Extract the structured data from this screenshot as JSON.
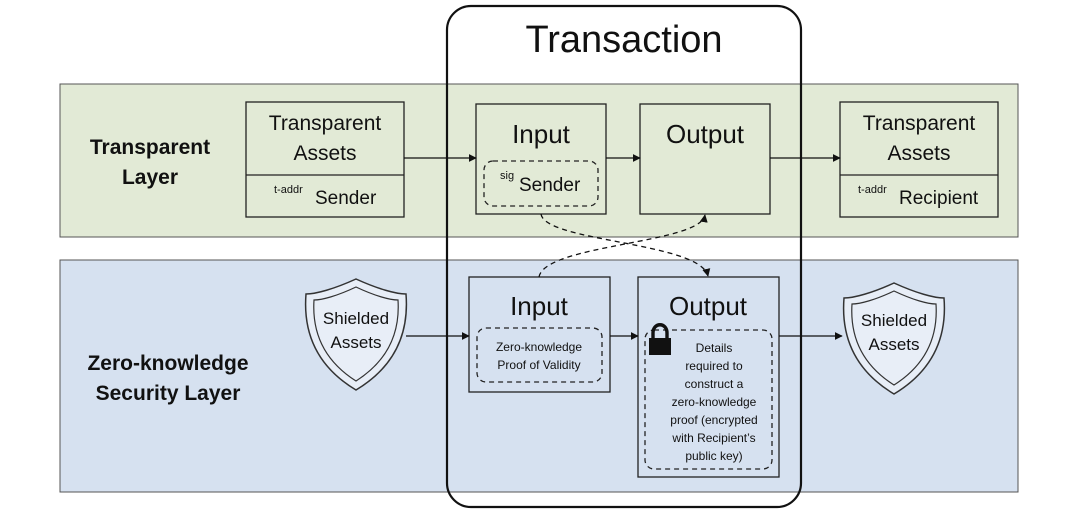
{
  "transaction_title": "Transaction",
  "transparent_layer": {
    "label_line1": "Transparent",
    "label_line2": "Layer",
    "fill": "#e2ead6",
    "sender_box": {
      "title_line1": "Transparent",
      "title_line2": "Assets",
      "addr_prefix": "t-addr",
      "addr_name": "Sender"
    },
    "input_box": {
      "title": "Input",
      "sig_prefix": "sig",
      "sig_name": "Sender"
    },
    "output_box": {
      "title": "Output"
    },
    "recipient_box": {
      "title_line1": "Transparent",
      "title_line2": "Assets",
      "addr_prefix": "t-addr",
      "addr_name": "Recipient"
    }
  },
  "zk_layer": {
    "label_line1": "Zero-knowledge",
    "label_line2": "Security Layer",
    "fill": "#d6e1f0",
    "shielded_left": {
      "line1": "Shielded",
      "line2": "Assets"
    },
    "input_box": {
      "title": "Input",
      "proof_line1": "Zero-knowledge",
      "proof_line2": "Proof of Validity"
    },
    "output_box": {
      "title": "Output",
      "details_lines": [
        "Details",
        "required to",
        "construct a",
        "zero-knowledge",
        "proof (encrypted",
        "with Recipient’s",
        "public key)"
      ],
      "lock_icon": "lock-icon"
    },
    "shielded_right": {
      "line1": "Shielded",
      "line2": "Assets"
    }
  }
}
